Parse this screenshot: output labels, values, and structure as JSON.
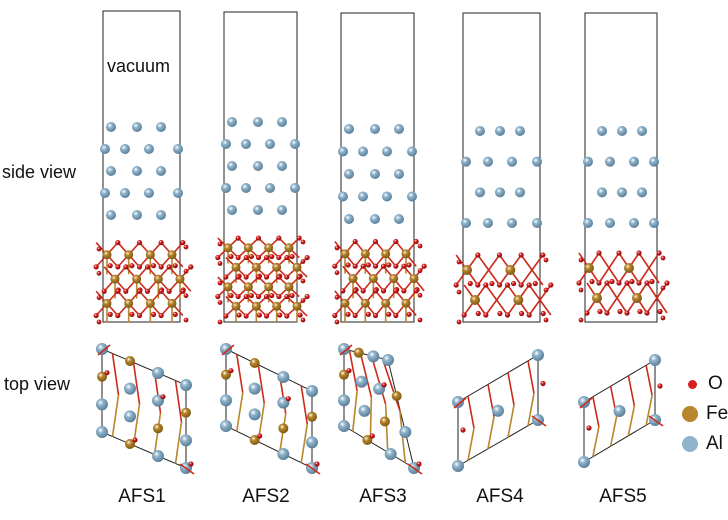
{
  "row_labels": {
    "side": "side view",
    "top": "top view"
  },
  "vacuum_label": "vacuum",
  "panels": [
    {
      "name": "AFS1",
      "al_layers": 5,
      "fe_layers": 3
    },
    {
      "name": "AFS2",
      "al_layers": 5,
      "fe_layers": 4
    },
    {
      "name": "AFS3",
      "al_layers": 5,
      "fe_layers": 3
    },
    {
      "name": "AFS4",
      "al_layers": 4,
      "fe_layers": 2
    },
    {
      "name": "AFS5",
      "al_layers": 4,
      "fe_layers": 2
    }
  ],
  "legend": [
    {
      "label": "O",
      "color": "#d81e1e",
      "size": "small"
    },
    {
      "label": "Fe",
      "color": "#b8862b",
      "size": "large"
    },
    {
      "label": "Al",
      "color": "#8fb4cc",
      "size": "large"
    }
  ],
  "colors": {
    "al": "#8fb4cc",
    "al_dark": "#5b7f99",
    "fe": "#b8862b",
    "fe_dark": "#7d5913",
    "o": "#d81e1e",
    "bond": "#cc2a1a"
  }
}
